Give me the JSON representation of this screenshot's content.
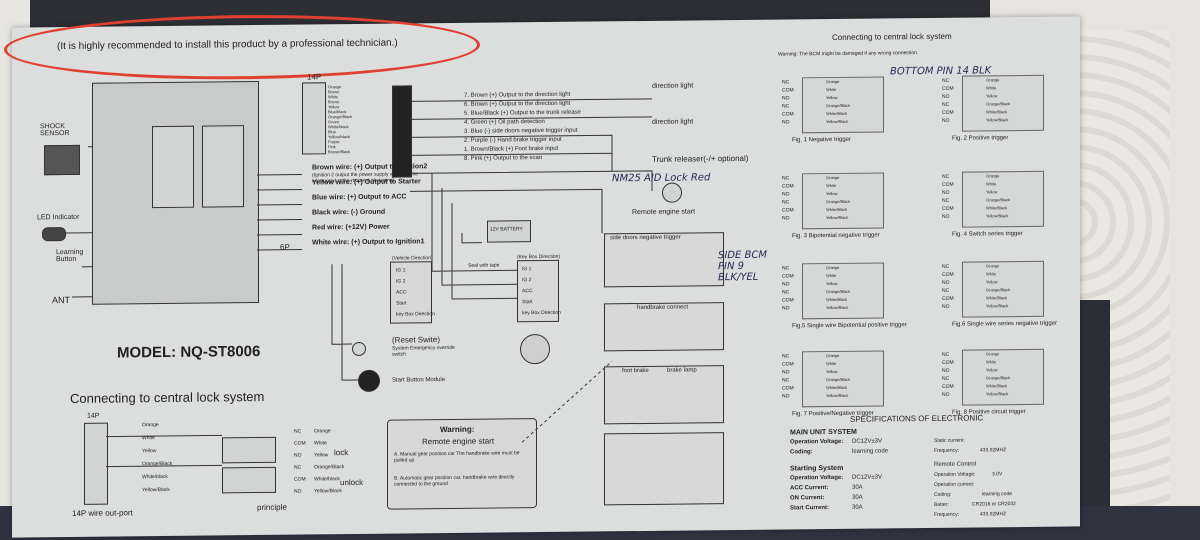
{
  "recommendation": "(It is highly recommended to install this product by a professional technician.)",
  "model": "MODEL: NQ-ST8006",
  "left_labels": {
    "shock_sensor": "SHOCK SENSOR",
    "led_indicator": "LED Indicator",
    "learning_button": "Learning Button",
    "ant": "ANT",
    "connector_14p": "14P",
    "connector_6p": "6P"
  },
  "connector_colors": [
    "Orange",
    "Brown",
    "White",
    "Brown",
    "Yellow",
    "Blue/black",
    "Orange/Black",
    "Green",
    "White/black",
    "Blue",
    "Yellow/black",
    "Purple",
    "Pink",
    "Brown/Black"
  ],
  "output_wires": [
    "7. Brown     (+) Output to the direction light",
    "6. Brown     (+) Output to the direction light",
    "5. Blue/Black (+) Output to the trunk release",
    "4. Green     (+) Oil path detection",
    "3. Blue (-) side doors negative trigger input",
    "2. Purple (-) Hand brake trigger input",
    "1. Brown/Black (+) Foot brake input",
    "8. Pink      (+) Output to the scan"
  ],
  "power_wires": [
    "Brown wire: (+) Output to Ignition2",
    "Yellow wire: (+) Output to Starter",
    "Blue wire: (+) Output to ACC",
    "Black wire: (-) Ground",
    "Red wire: (+12V) Power",
    "White wire: (+) Output to Ignition1"
  ],
  "ignition_note": "(Ignition 2 output the power supply which will be interrupted at the moment of starting)",
  "right_labels": {
    "direction_light_1": "direction light",
    "direction_light_2": "direction light",
    "trunk_releaser": "Trunk releaser(-/+ optional)",
    "remote_engine_start": "Remote engine start",
    "battery": "12V BATTERY",
    "ignition_vehicle": "(Vehicle Direction)",
    "ignition_key": "(Key Box Direction)",
    "seal_tape": "Seal with tape",
    "side_doors": "side doors negative trigger",
    "handbrake_connect": "handbrake connect",
    "foot_brake": "foot brake",
    "brake_lamp": "brake lamp"
  },
  "ignition_terms": [
    "IG 1",
    "IG 2",
    "ACC",
    "Start",
    "key Box Direction"
  ],
  "reset": {
    "title": "(Reset Swite)",
    "sub": "System Emergency override switch",
    "start_button": "Start Button Module"
  },
  "warning": {
    "title": "Warning:",
    "heading": "Remote engine start",
    "a": "A. Manual gear position car The handbrake wire must be pulled up.",
    "b": "B. Automatic gear position car, handbrake wire directly connected to the ground"
  },
  "central_lock": {
    "title": "Connecting to central lock system",
    "port_label": "14P wire out-port",
    "principle": "principle",
    "lock": "lock",
    "unlock": "unlock",
    "colors": [
      "Orange",
      "White",
      "Yellow",
      "Orange/Black",
      "White/black",
      "Yellow/Black"
    ],
    "terms": [
      "NC",
      "COM",
      "NO",
      "NC",
      "COM",
      "NO"
    ]
  },
  "right_panel": {
    "title": "Connecting to central lock system",
    "warning": "Warning: The BCM might be damaged if any wrong connection.",
    "figs": [
      "Fig. 1  Negative trigger",
      "Fig. 2  Positive trigger",
      "Fig. 3  Bipotential negative trigger",
      "Fig. 4  Switch series trigger",
      "Fig.5  Single wire Bipotential positive trigger",
      "Fig.6  Single wire series negative trigger",
      "Fig. 7  Positive/Negative trigger",
      "Fig. 8  Positive circuit trigger"
    ],
    "terms": [
      "NC",
      "COM",
      "NO",
      "NC",
      "COM",
      "NO"
    ],
    "colors": [
      "Orange",
      "White",
      "Yellow",
      "Orange/Black",
      "White/Black",
      "Yellow/Black"
    ]
  },
  "specs": {
    "title": "SPECIFICATIONS OF ELECTRONIC",
    "main_title": "MAIN UNIT SYSTEM",
    "op_voltage": "Operation Voltage:",
    "op_voltage_val": "DC12V±3V",
    "coding": "Coding:",
    "coding_val": "learning code",
    "static_current": "Static current:",
    "frequency": "Frequency:",
    "frequency_val": "433.92MHZ",
    "starting_title": "Starting System",
    "st_voltage": "Operation Voltage:",
    "st_voltage_val": "DC12V±3V",
    "acc_current": "ACC Current:",
    "acc_val": "30A",
    "on_current": "ON Current:",
    "on_val": "30A",
    "start_current": "Start Current:",
    "start_val": "30A",
    "remote_title": "Remote Control",
    "remote_voltage": "Operation Voltage:",
    "remote_voltage_val": "3.0V",
    "remote_current": "Operation current:",
    "remote_coding": "Coding:",
    "remote_coding_val": "learning code",
    "battery": "Batter:",
    "battery_val": "CR2016 or CR2032",
    "remote_freq": "Frequency:",
    "remote_freq_val": "433.92MHZ"
  },
  "handwritten": {
    "bottom": "BOTTOM PIN 14 BLK",
    "nm25": "NM25 AID Lock Red",
    "side_bcm": "SIDE BCM PIN 9 BLK/YEL"
  }
}
